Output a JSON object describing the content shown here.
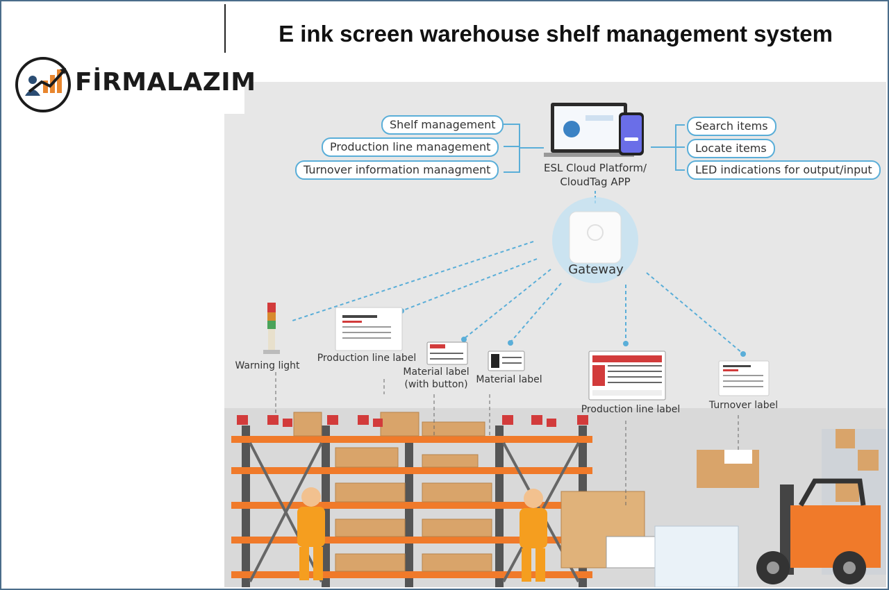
{
  "header": {
    "title": "E ink screen warehouse shelf management system",
    "logo_text": "FİRMALAZIM"
  },
  "diagram": {
    "left_features": [
      "Shelf management",
      "Production line management",
      "Turnover information managment"
    ],
    "right_features": [
      "Search items",
      "Locate items",
      "LED indications for output/input"
    ],
    "platform_line1": "ESL Cloud Platform/",
    "platform_line2": "CloudTag APP",
    "gateway": "Gateway",
    "devices": {
      "warning_light": "Warning light",
      "production_line_label_1": "Production line label",
      "material_label_button_line1": "Material label",
      "material_label_button_line2": "(with button)",
      "material_label": "Material label",
      "production_line_label_2": "Production line label",
      "turnover_label": "Turnover label"
    }
  },
  "colors": {
    "accent": "#5aaed8",
    "shelf_orange": "#f07a2a",
    "frame": "#4a6d8a",
    "background": "#e4e4e4"
  }
}
